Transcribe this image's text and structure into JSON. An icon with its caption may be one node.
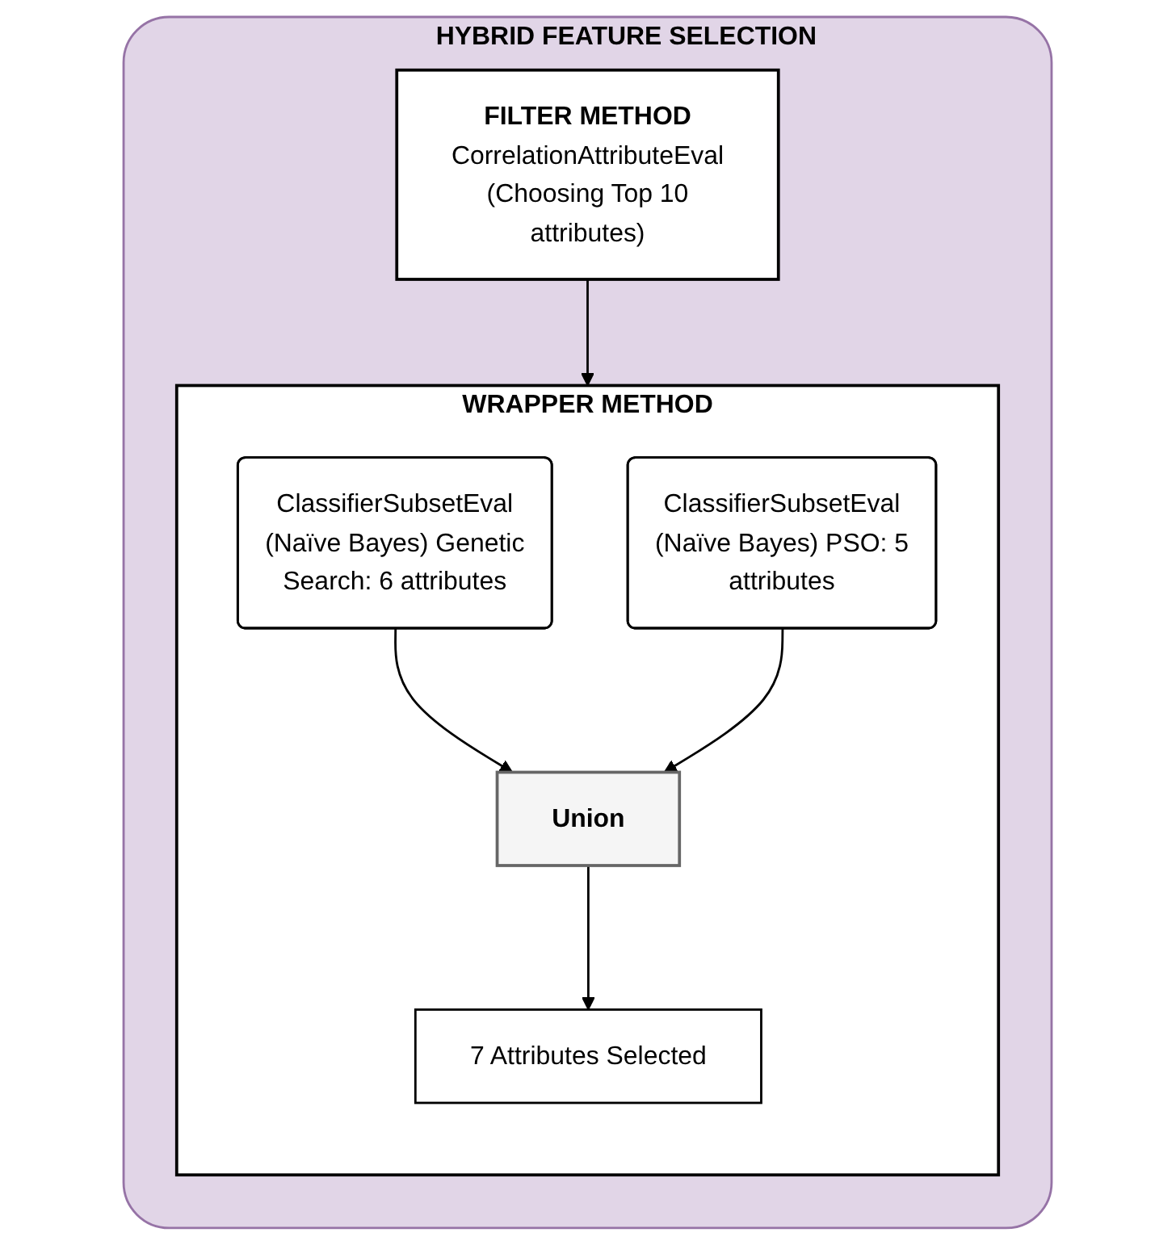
{
  "diagram": {
    "nodes": [
      {
        "text": [
          "HYBRID FEATURE SELECTION"
        ]
      },
      {
        "text": [
          "FILTER METHOD",
          "CorrelationAttributeEval (Choosing Top 10 attributes)"
        ],
        "in": 0
      },
      {
        "text": [
          "WRAPPER METHOD"
        ],
        "in": 0
      },
      {
        "text": [
          "ClassifierSubsetEval (Naïve Bayes) Genetic Search: 6 attributes"
        ],
        "in": 2
      },
      {
        "text": [
          "Union"
        ],
        "in": 2
      },
      {
        "text": [
          "ClassifierSubsetEval (Naïve Bayes) PSO: 5 attributes"
        ],
        "in": 2
      },
      {
        "text": [
          "7 Attributes Selected"
        ],
        "in": 2
      }
    ],
    "edges": [
      {
        "from": 1,
        "to": 2,
        "arrow": "to"
      },
      {
        "from": 3,
        "to": 4,
        "arrow": "to"
      },
      {
        "from": 5,
        "to": 4,
        "arrow": "to"
      },
      {
        "from": 4,
        "to": 6,
        "arrow": "to"
      }
    ]
  }
}
